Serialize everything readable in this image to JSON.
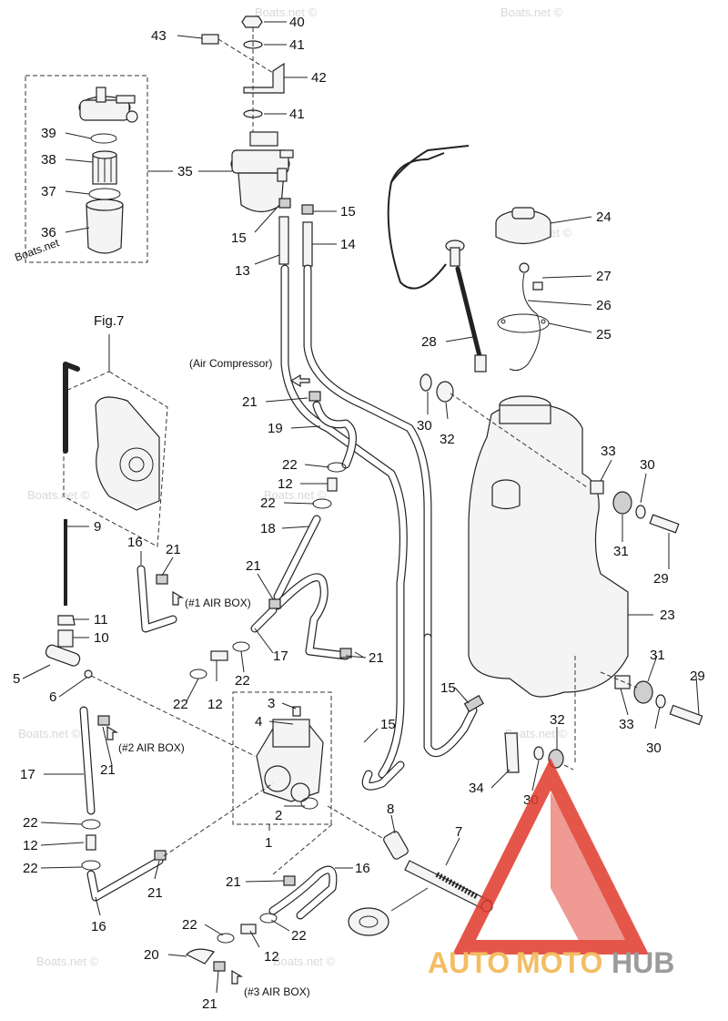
{
  "callouts": {
    "c40": "40",
    "c41a": "41",
    "c43": "43",
    "c42": "42",
    "c41b": "41",
    "c39": "39",
    "c35": "35",
    "c38": "38",
    "c37": "37",
    "c36": "36",
    "c15a": "15",
    "c15b": "15",
    "c14": "14",
    "c13": "13",
    "c24": "24",
    "c27": "27",
    "c26": "26",
    "c25": "25",
    "c28": "28",
    "c21a": "21",
    "c19": "19",
    "c22a": "22",
    "c12a": "12",
    "c22b": "22",
    "c18": "18",
    "c30a": "30",
    "c32a": "32",
    "c33a": "33",
    "c30b": "30",
    "c31a": "31",
    "c29a": "29",
    "c23": "23",
    "c9": "9",
    "c16a": "16",
    "c21b": "21",
    "c21c": "21",
    "c17a": "17",
    "c11": "11",
    "c10": "10",
    "c5": "5",
    "c6": "6",
    "c22c": "22",
    "c12b": "12",
    "c22d": "22",
    "c21d": "21",
    "c31b": "31",
    "c29b": "29",
    "c33b": "33",
    "c30c": "30",
    "c3": "3",
    "c4": "4",
    "c15c": "15",
    "c15d": "15",
    "c21e": "21",
    "c17b": "17",
    "c32b": "32",
    "c34": "34",
    "c30d": "30",
    "c2": "2",
    "c8": "8",
    "c7": "7",
    "c1": "1",
    "c22e": "22",
    "c12c": "12",
    "c22f": "22",
    "c21f": "21",
    "c16b": "16",
    "c16c": "16",
    "c21g": "21",
    "c22g": "22",
    "c12d": "12",
    "c22h": "22",
    "c20": "20",
    "c21h": "21"
  },
  "annotations": {
    "fig7": "Fig.7",
    "air_compressor": "(Air Compressor)",
    "air_box_1": "(#1 AIR BOX)",
    "air_box_2": "(#2 AIR BOX)",
    "air_box_3": "(#3 AIR BOX)"
  },
  "watermark": "Boats.net ©",
  "watermark_inline": "Boats.net",
  "branding": {
    "auto": "AUTO",
    "moto": "MOTO",
    "hub": "HUB"
  },
  "colors": {
    "brand_red": "#e0392b",
    "brand_orange": "#f2b24a",
    "brand_gray": "#8a8a8a"
  }
}
